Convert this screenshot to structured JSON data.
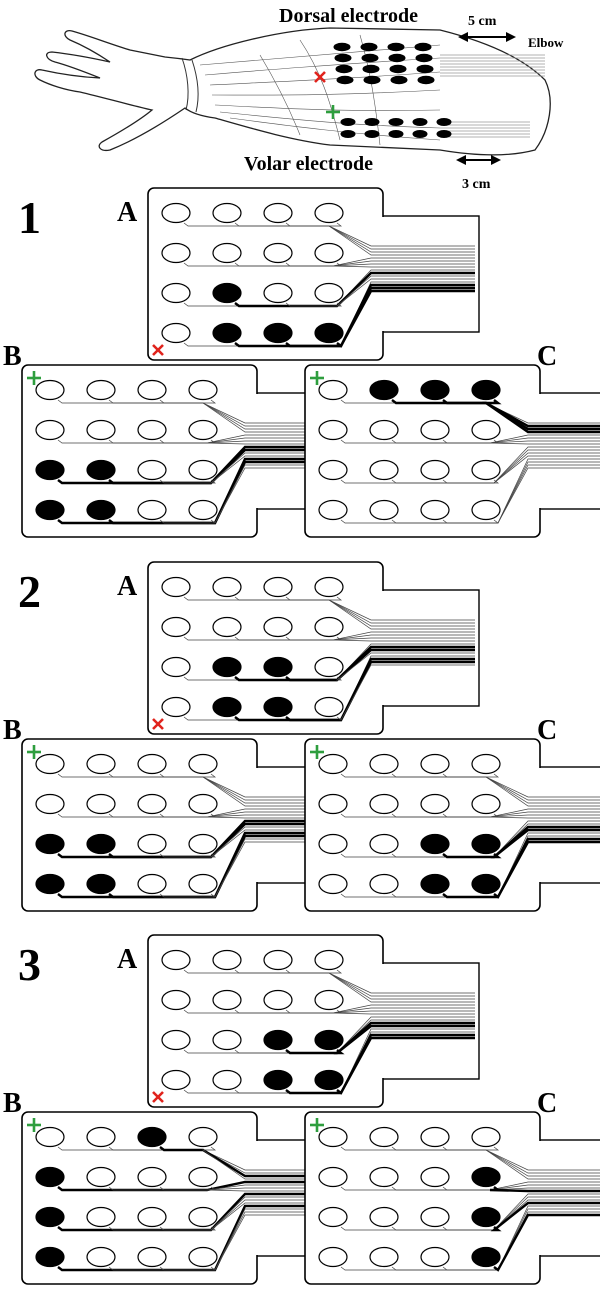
{
  "header": {
    "dorsal_label": "Dorsal electrode",
    "volar_label": "Volar electrode",
    "elbow_label": "Elbow",
    "dorsal_spacing": "5 cm",
    "volar_spacing": "3 cm"
  },
  "markers": {
    "cross_color": "#e0231c",
    "plus_color": "#2e9e3e",
    "cross_icon": "red-cross-icon",
    "plus_icon": "green-plus-icon"
  },
  "panel_labels": {
    "a": "A",
    "b": "B",
    "c": "C"
  },
  "electrode_grid": {
    "rows": 4,
    "cols": 4
  },
  "configurations": [
    {
      "number": "1",
      "panels": {
        "A": {
          "filled": [
            [
              2,
              1
            ],
            [
              3,
              1
            ],
            [
              3,
              2
            ],
            [
              3,
              3
            ]
          ]
        },
        "B": {
          "filled": [
            [
              2,
              0
            ],
            [
              2,
              1
            ],
            [
              3,
              0
            ],
            [
              3,
              1
            ]
          ]
        },
        "C": {
          "filled": [
            [
              0,
              1
            ],
            [
              0,
              2
            ],
            [
              0,
              3
            ]
          ]
        }
      }
    },
    {
      "number": "2",
      "panels": {
        "A": {
          "filled": [
            [
              2,
              1
            ],
            [
              2,
              2
            ],
            [
              3,
              1
            ],
            [
              3,
              2
            ]
          ]
        },
        "B": {
          "filled": [
            [
              2,
              0
            ],
            [
              2,
              1
            ],
            [
              3,
              0
            ],
            [
              3,
              1
            ]
          ]
        },
        "C": {
          "filled": [
            [
              2,
              2
            ],
            [
              2,
              3
            ],
            [
              3,
              2
            ],
            [
              3,
              3
            ]
          ]
        }
      }
    },
    {
      "number": "3",
      "panels": {
        "A": {
          "filled": [
            [
              2,
              2
            ],
            [
              2,
              3
            ],
            [
              3,
              2
            ],
            [
              3,
              3
            ]
          ]
        },
        "B": {
          "filled": [
            [
              0,
              2
            ],
            [
              1,
              0
            ],
            [
              2,
              0
            ],
            [
              3,
              0
            ]
          ]
        },
        "C": {
          "filled": [
            [
              1,
              3
            ],
            [
              2,
              3
            ],
            [
              3,
              3
            ]
          ]
        }
      }
    }
  ]
}
